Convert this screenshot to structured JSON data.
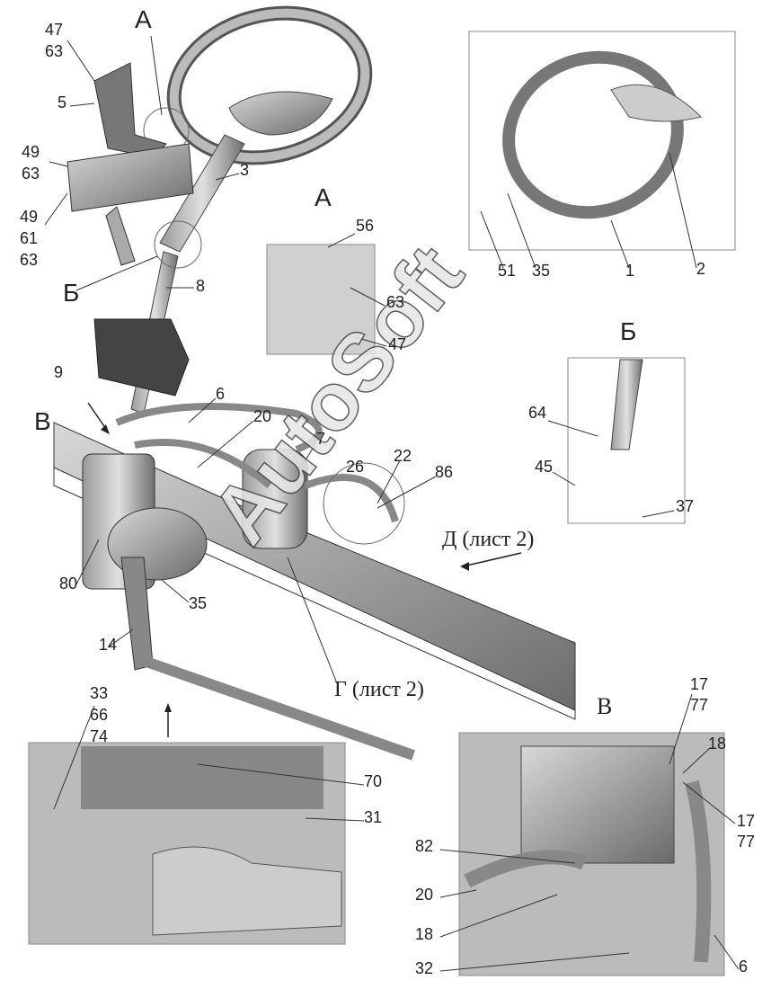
{
  "watermark": "AutoSoft",
  "main_view": {
    "view_markers": {
      "a": "А",
      "b": "Б",
      "v": "В"
    },
    "callouts": {
      "c47": "47",
      "c63a": "63",
      "c5": "5",
      "c49a": "49",
      "c63b": "63",
      "c49b": "49",
      "c61": "61",
      "c63c": "63",
      "c8": "8",
      "c3": "3",
      "c9": "9",
      "c6": "6",
      "c20": "20",
      "c7": "7",
      "c80": "80",
      "c35": "35",
      "c14": "14",
      "c26": "26",
      "c22": "22",
      "c86": "86"
    },
    "sheet_refs": {
      "d": "Д (лист 2)",
      "g": "Г (лист 2)"
    }
  },
  "inset_a": {
    "title": "А",
    "callouts": [
      "56",
      "63",
      "47"
    ]
  },
  "inset_wheel": {
    "callouts": [
      "51",
      "35",
      "1",
      "2"
    ]
  },
  "inset_b": {
    "title": "Б",
    "callouts": [
      "64",
      "45",
      "37"
    ]
  },
  "inset_v": {
    "title": "В",
    "callouts": [
      "17",
      "77",
      "18",
      "17",
      "77",
      "82",
      "20",
      "18",
      "32",
      "6"
    ]
  },
  "inset_bottom_left": {
    "callouts": [
      "33",
      "66",
      "74",
      "70",
      "31"
    ]
  }
}
